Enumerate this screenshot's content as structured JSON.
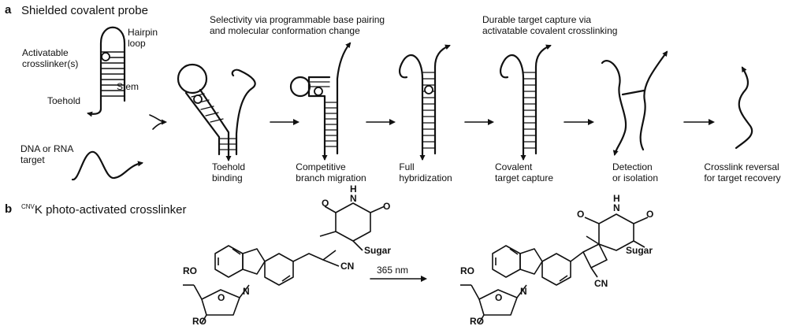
{
  "panel_a": {
    "letter": "a",
    "title": "Shielded covalent probe",
    "probe_labels": {
      "crosslinker": "Activatable\ncrosslinker(s)",
      "hairpin": "Hairpin\nloop",
      "stem": "Stem",
      "toehold": "Toehold"
    },
    "target_label": "DNA or RNA\ntarget",
    "note_selectivity": "Selectivity via programmable base pairing\nand molecular conformation change",
    "note_capture": "Durable target capture via\nactivatable covalent crosslinking",
    "steps": [
      {
        "label": "Toehold\nbinding"
      },
      {
        "label": "Competitive\nbranch migration"
      },
      {
        "label": "Full\nhybridization"
      },
      {
        "label": "Covalent\ntarget capture"
      },
      {
        "label": "Detection\nor isolation"
      },
      {
        "label": "Crosslink reversal\nfor target recovery"
      }
    ]
  },
  "panel_b": {
    "letter": "b",
    "title_sup": "CNV",
    "title_rest": "K photo-activated crosslinker",
    "reaction_label": "365 nm",
    "left_struct": {
      "ro_top": "RO",
      "ro_bottom": "RO",
      "o": "O",
      "n": "N",
      "cn": "CN",
      "sugar": "Sugar",
      "o1": "O",
      "o2": "O",
      "nh": "N",
      "h": "H"
    },
    "right_struct": {
      "ro_top": "RO",
      "ro_bottom": "RO",
      "o": "O",
      "n": "N",
      "cn": "CN",
      "sugar": "Sugar",
      "o1": "O",
      "o2": "O",
      "nh": "N",
      "h": "H"
    }
  }
}
